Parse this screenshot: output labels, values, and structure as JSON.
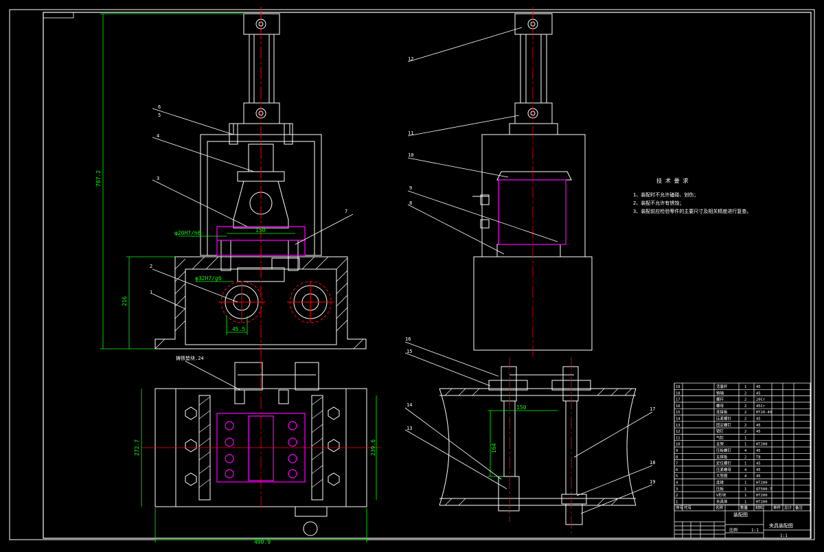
{
  "drawing": {
    "dims": {
      "overall_height": "787.2",
      "base_height": "216",
      "fit_upper": "φ20H7/h6",
      "fit_lower": "φ32H7/g6",
      "center_span": "150",
      "offset": "45.5",
      "plan_height": "272.7",
      "plan_width": "490.9",
      "plan_inner": "239.6",
      "bottom_span": "150",
      "bottom_height": "164"
    },
    "callouts_left": [
      "6",
      "5",
      "4",
      "3",
      "7",
      "2",
      "1"
    ],
    "callouts_right": [
      "12",
      "11",
      "10",
      "9",
      "8",
      "16",
      "15",
      "14",
      "13",
      "17",
      "18",
      "19"
    ],
    "plan_note": "铸铁垫块.24",
    "tech_req": {
      "title": "技 术 要 求",
      "lines": [
        "1、装配时不允许磕碰、划伤；",
        "2、装配不允许有锈蚀；",
        "3、装配前应检验零件的主要尺寸及相关精度进行复查。"
      ]
    },
    "bom": [
      {
        "no": "19",
        "name": "活塞杆",
        "qty": "1",
        "mat": "45"
      },
      {
        "no": "18",
        "name": "销轴",
        "qty": "2",
        "mat": "45"
      },
      {
        "no": "17",
        "name": "螺杆",
        "qty": "2",
        "mat": "20Cr"
      },
      {
        "no": "16",
        "name": "螺母",
        "qty": "2",
        "mat": "45Cr"
      },
      {
        "no": "15",
        "name": "连接板",
        "qty": "2",
        "mat": "HT20-40"
      },
      {
        "no": "14",
        "name": "压紧螺钉",
        "qty": "2",
        "mat": "45"
      },
      {
        "no": "13",
        "name": "固定螺钉",
        "qty": "2",
        "mat": "45"
      },
      {
        "no": "12",
        "name": "销钉",
        "qty": "2",
        "mat": "45"
      },
      {
        "no": "11",
        "name": "气缸",
        "qty": "1",
        "mat": ""
      },
      {
        "no": "10",
        "name": "支架",
        "qty": "1",
        "mat": "HT200"
      },
      {
        "no": "9",
        "name": "压板螺钉",
        "qty": "4",
        "mat": "45"
      },
      {
        "no": "8",
        "name": "支撑板",
        "qty": "2",
        "mat": "T8"
      },
      {
        "no": "7",
        "name": "定位螺钉",
        "qty": "1",
        "mat": "45"
      },
      {
        "no": "6",
        "name": "压紧螺母",
        "qty": "4",
        "mat": "45"
      },
      {
        "no": "5",
        "name": "大垫圈",
        "qty": "4",
        "mat": "45"
      },
      {
        "no": "4",
        "name": "连接",
        "qty": "1",
        "mat": "HT200"
      },
      {
        "no": "3",
        "name": "压板",
        "qty": "1",
        "mat": "QT500-7"
      },
      {
        "no": "2",
        "name": "V形块",
        "qty": "1",
        "mat": "HT200"
      },
      {
        "no": "1",
        "name": "夹具体",
        "qty": "1",
        "mat": "HT200"
      }
    ],
    "bom_header": [
      "序号",
      "代号",
      "名称",
      "数量",
      "材料",
      "单件",
      "总计",
      "备注"
    ],
    "title_block": {
      "drawing_name": "装配图",
      "org": "夹具装配图",
      "sheet": "1:1",
      "ratio": "1:1",
      "scale_label": "比例"
    }
  }
}
